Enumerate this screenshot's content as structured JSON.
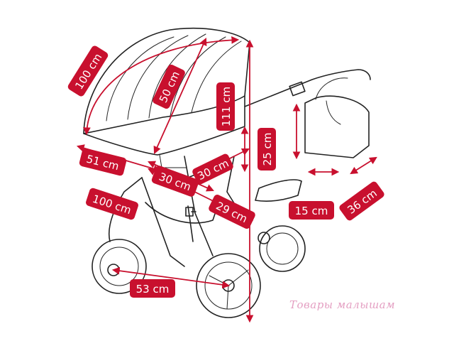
{
  "diagram": {
    "colors": {
      "accent": "#c8102e",
      "line": "#222222",
      "watermark": "#e49fc2"
    },
    "dimensions": {
      "hood_arc": "100 cm",
      "hood_depth": "50 cm",
      "height": "111 cm",
      "bassinet_length": "51 cm",
      "seat_width": "30 cm",
      "seat_depth": "30 cm",
      "basket_height": "25 cm",
      "frame_length": "100 cm",
      "wheel_track": "29 cm",
      "bag_width": "15 cm",
      "bag_length": "36 cm",
      "wheel_base": "53 cm"
    }
  },
  "watermark": "Товары малышам"
}
